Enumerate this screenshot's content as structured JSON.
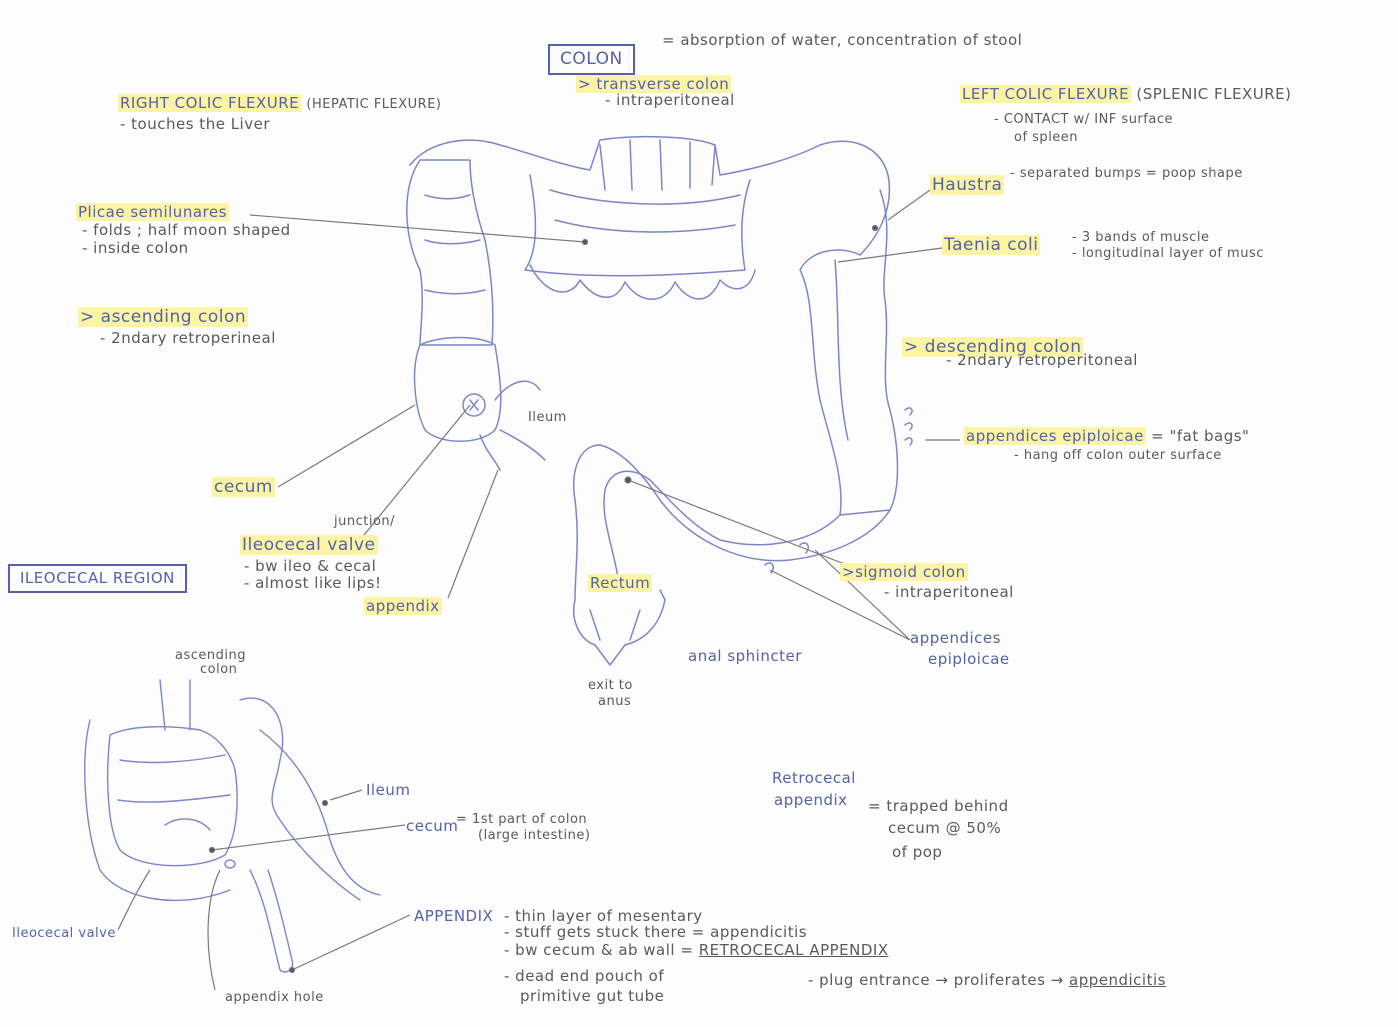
{
  "colon": {
    "title": "COLON",
    "def": "= absorption of water, concentration of stool",
    "transverse": "> transverse colon",
    "transverse_note": "- intraperitoneal"
  },
  "right_flexure": {
    "title": "RIGHT COLIC FLEXURE",
    "alt": "(HEPATIC FLEXURE)",
    "note": "- touches the Liver"
  },
  "left_flexure": {
    "title": "LEFT COLIC FLEXURE",
    "alt": "(SPLENIC FLEXURE)",
    "note1": "- CONTACT w/ INF surface",
    "note2": "of spleen"
  },
  "plicae": {
    "title": "Plicae semilunares",
    "note1": "- folds ; half moon shaped",
    "note2": "- inside colon"
  },
  "ascending": {
    "title": "> ascending colon",
    "note": "- 2ndary retroperineal"
  },
  "haustra": {
    "title": "Haustra",
    "note": "- separated bumps = poop shape"
  },
  "taenia": {
    "title": "Taenia coli",
    "note1": "- 3 bands of muscle",
    "note2": "- longitudinal layer of musc"
  },
  "descending": {
    "title": "> descending colon",
    "note": "- 2ndary retroperitoneal"
  },
  "epiploicae": {
    "title": "appendices epiploicae",
    "def": "= \"fat bags\"",
    "note": "- hang off colon outer surface"
  },
  "cecum_label": "cecum",
  "ileum_small": "Ileum",
  "ileocecal": {
    "junction": "junction/",
    "title": "Ileocecal valve",
    "note1": "- bw ileo & cecal",
    "note2": "- almost like lips!"
  },
  "appendix_label": "appendix",
  "region_box": "ILEOCECAL REGION",
  "rectum": "Rectum",
  "sigmoid": {
    "title": ">sigmoid colon",
    "note": "- intraperitoneal"
  },
  "epiploicae2": {
    "line1": "appendices",
    "line2": "epiploicae"
  },
  "anal": "anal sphincter",
  "exit": {
    "line1": "exit to",
    "line2": "anus"
  },
  "lower": {
    "ascending1": "ascending",
    "ascending2": "colon",
    "ileum": "Ileum",
    "cecum": "cecum",
    "cecum_def1": "= 1st part of colon",
    "cecum_def2": "(large intestine)",
    "ileocecal_valve": "Ileocecal valve",
    "appendix_hole": "appendix hole",
    "appendix": "APPENDIX",
    "appendix_n1": "- thin layer of mesentary",
    "appendix_n2": "- stuff gets stuck there = ",
    "appendix_n2b": "appendicitis",
    "appendix_n3": "- bw cecum & ab wall = ",
    "appendix_n3b": "RETROCECAL APPENDIX",
    "appendix_n4": "- dead end pouch of",
    "appendix_n5": "primitive gut tube",
    "plug": "- plug entrance → proliferates → ",
    "plug_b": "appendicitis"
  },
  "retrocecal": {
    "title1": "Retrocecal",
    "title2": "appendix",
    "def1": "= trapped behind",
    "def2": "cecum @ 50%",
    "def3": "of pop"
  },
  "colors": {
    "ink_blue": "#5561a8",
    "pencil": "#5a5a5a",
    "highlight": "#fbf4a4"
  }
}
